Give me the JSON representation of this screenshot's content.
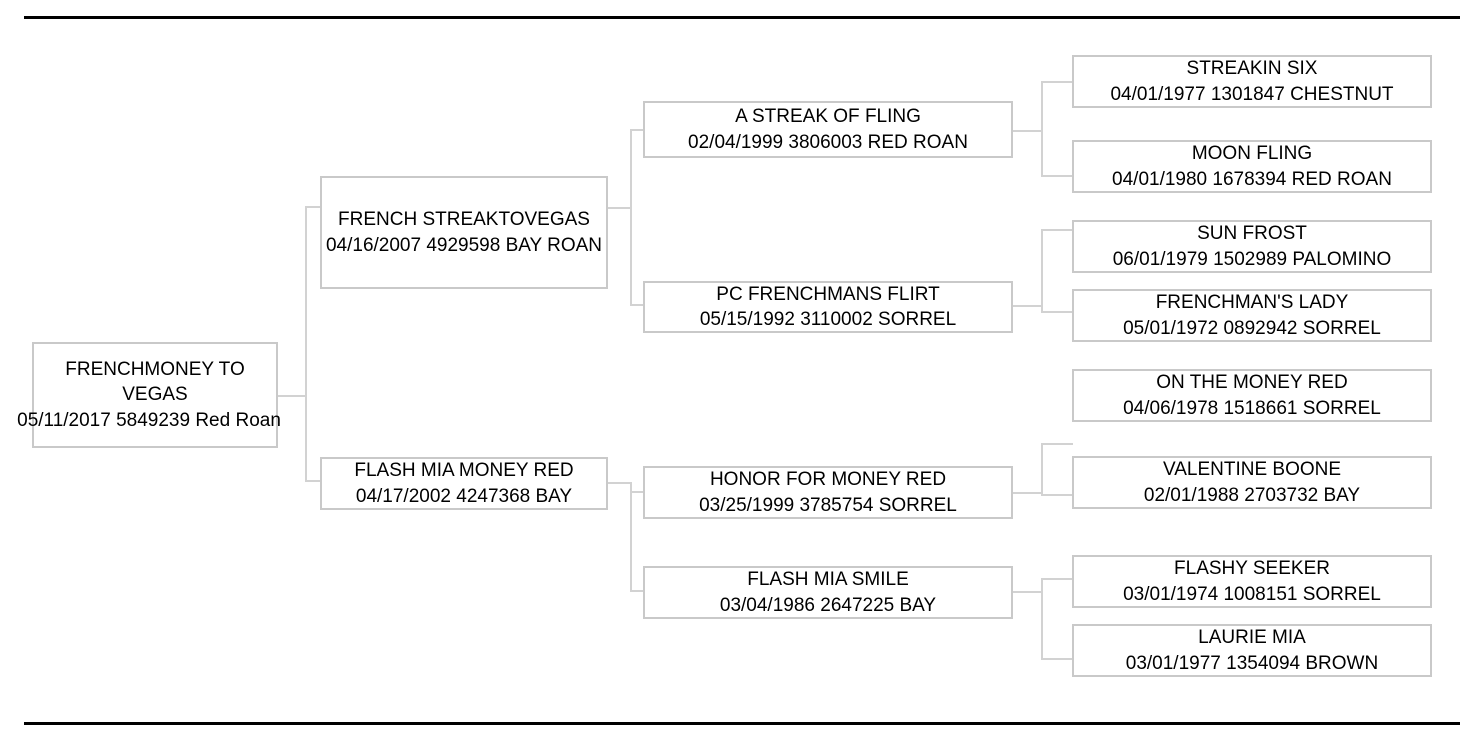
{
  "document": {
    "type": "pedigree-chart",
    "title": "",
    "generations": 4,
    "rules": {
      "top_rule": true,
      "bottom_rule": true,
      "rule_color": "#000000"
    },
    "colors": {
      "box_border": "#c9c9c9",
      "connector": "#d2d2d2",
      "text": "#000000",
      "background": "#ffffff"
    }
  },
  "nodes": {
    "subject": {
      "name": "FRENCHMONEY TO VEGAS",
      "detail": "05/11/2017 5849239 Red Roan",
      "birth_date": "05/11/2017",
      "registration": "5849239",
      "color": "Red Roan"
    },
    "sire": {
      "name": "FRENCH STREAKTOVEGAS",
      "detail": "04/16/2007 4929598 BAY ROAN",
      "birth_date": "04/16/2007",
      "registration": "4929598",
      "color": "BAY ROAN"
    },
    "dam": {
      "name": "FLASH MIA MONEY RED",
      "detail": "04/17/2002 4247368 BAY",
      "birth_date": "04/17/2002",
      "registration": "4247368",
      "color": "BAY"
    },
    "sire_sire": {
      "name": "A STREAK OF FLING",
      "detail": "02/04/1999 3806003 RED ROAN",
      "birth_date": "02/04/1999",
      "registration": "3806003",
      "color": "RED ROAN"
    },
    "sire_dam": {
      "name": "PC FRENCHMANS FLIRT",
      "detail": "05/15/1992 3110002 SORREL",
      "birth_date": "05/15/1992",
      "registration": "3110002",
      "color": "SORREL"
    },
    "dam_sire": {
      "name": "HONOR FOR MONEY RED",
      "detail": "03/25/1999 3785754 SORREL",
      "birth_date": "03/25/1999",
      "registration": "3785754",
      "color": "SORREL"
    },
    "dam_dam": {
      "name": "FLASH MIA SMILE",
      "detail": "03/04/1986 2647225 BAY",
      "birth_date": "03/04/1986",
      "registration": "2647225",
      "color": "BAY"
    },
    "sire_sire_sire": {
      "name": "STREAKIN SIX",
      "detail": "04/01/1977 1301847 CHESTNUT",
      "birth_date": "04/01/1977",
      "registration": "1301847",
      "color": "CHESTNUT"
    },
    "sire_sire_dam": {
      "name": "MOON FLING",
      "detail": "04/01/1980 1678394 RED ROAN",
      "birth_date": "04/01/1980",
      "registration": "1678394",
      "color": "RED ROAN"
    },
    "sire_dam_sire": {
      "name": "SUN FROST",
      "detail": "06/01/1979 1502989 PALOMINO",
      "birth_date": "06/01/1979",
      "registration": "1502989",
      "color": "PALOMINO"
    },
    "sire_dam_dam": {
      "name": "FRENCHMAN'S LADY",
      "detail": "05/01/1972 0892942 SORREL",
      "birth_date": "05/01/1972",
      "registration": "0892942",
      "color": "SORREL"
    },
    "dam_sire_sire": {
      "name": "ON THE MONEY RED",
      "detail": "04/06/1978 1518661 SORREL",
      "birth_date": "04/06/1978",
      "registration": "1518661",
      "color": "SORREL"
    },
    "dam_sire_dam": {
      "name": "VALENTINE BOONE",
      "detail": "02/01/1988 2703732 BAY",
      "birth_date": "02/01/1988",
      "registration": "2703732",
      "color": "BAY"
    },
    "dam_dam_sire": {
      "name": "FLASHY SEEKER",
      "detail": "03/01/1974 1008151 SORREL",
      "birth_date": "03/01/1974",
      "registration": "1008151",
      "color": "SORREL"
    },
    "dam_dam_dam": {
      "name": "LAURIE MIA",
      "detail": "03/01/1977 1354094 BROWN",
      "birth_date": "03/01/1977",
      "registration": "1354094",
      "color": "BROWN"
    }
  }
}
